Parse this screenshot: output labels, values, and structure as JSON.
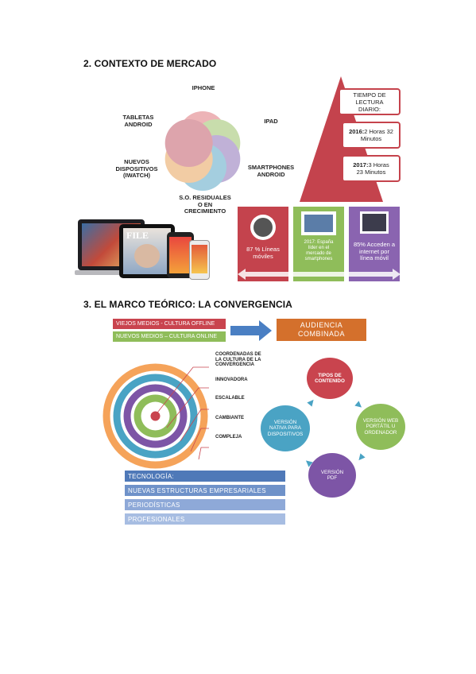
{
  "section2": {
    "heading": "2.   CONTEXTO DE MERCADO",
    "venn_labels": {
      "iphone": "IPHONE",
      "tabletas": "TABLETAS\nANDROID",
      "ipad": "IPAD",
      "nuevos": "NUEVOS\nDISPOSITIVOS\n(IWATCH)",
      "smartphones": "SMARTPHONES\nANDROID",
      "so": "S.O. RESIDUALES\nO EN\nCRECIMIENTO"
    },
    "venn_colors": [
      "#e0787e",
      "#9cc36a",
      "#8d73b8",
      "#5aa7c6",
      "#e8a35a",
      "#c25b6a"
    ],
    "triangle_boxes": [
      {
        "bold": "",
        "text": "TIEMPO DE\nLECTURA\nDIARIO:"
      },
      {
        "bold": "2016:",
        "text": "2 Horas 32\nMinutos"
      },
      {
        "bold": "2017:",
        "text": "3 Horas\n23 Minutos"
      }
    ],
    "market_cards": [
      {
        "text": "87 % Líneas\nmóviles",
        "color": "#c4434d"
      },
      {
        "text": "2017: España\nlíder en el\nmercado de\nsmartphones",
        "color": "#8fbd5a"
      },
      {
        "text": "85% Acceden a\ninternet por\nlínea móvil",
        "color": "#8a64b0"
      }
    ],
    "device_screen_text": "FILE"
  },
  "section3": {
    "heading": "3.   EL MARCO TEÓRICO: LA CONVERGENCIA",
    "pills": [
      {
        "text": "VIEJOS MEDIOS - CULTURA OFFLINE",
        "color": "#c9444e"
      },
      {
        "text": "NUEVOS MEDIOS – CULTURA ONLINE",
        "color": "#8fbd5a"
      }
    ],
    "audience": "AUDIENCIA\nCOMBINADA",
    "target_labels": [
      "COORDENADAS DE\nLA CULTURA DE LA\nCONVERGENCIA",
      "INNOVADORA",
      "ESCALABLE",
      "CAMBIANTE",
      "COMPLEJA"
    ],
    "cycle": [
      {
        "text": "TIPOS DE\nCONTENIDO",
        "color": "#c9444e"
      },
      {
        "text": "VERSIÓN WEB\nPORTÁTIL U\nORDENADOR",
        "color": "#8fbd5a"
      },
      {
        "text": "VERSIÓN\nPDF",
        "color": "#7d55a6"
      },
      {
        "text": "VERSIÓN\nNATIVA PARA\nDISPOSITIVOS",
        "color": "#4aa3c4"
      }
    ],
    "bars": [
      {
        "text": "TECNOLOGÍA:",
        "color": "#4f79b8"
      },
      {
        "text": "NUEVAS ESTRUCTURAS EMPRESARIALES",
        "color": "#6f92c9"
      },
      {
        "text": "PERIODÍSTICAS",
        "color": "#8ea9d8"
      },
      {
        "text": "PROFESIONALES",
        "color": "#a7bde2"
      }
    ]
  }
}
